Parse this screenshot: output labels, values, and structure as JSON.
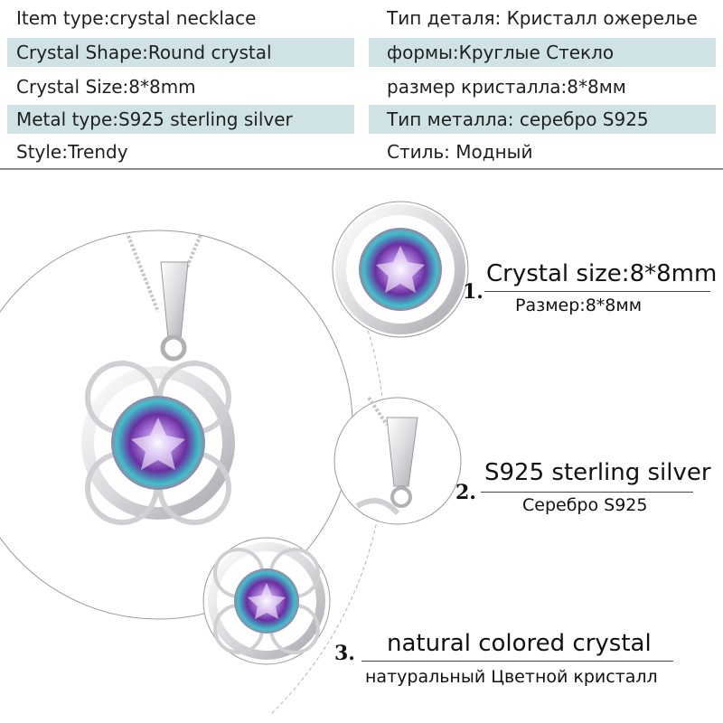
{
  "specs": [
    {
      "left": "Item type:crystal necklace",
      "right": "Тип деталя: Кристалл ожерелье",
      "shaded": false
    },
    {
      "left": "Crystal Shape:Round crystal",
      "right": "формы:Круглые Стекло",
      "shaded": true
    },
    {
      "left": "Crystal Size:8*8mm",
      "right": "размер кристалла:8*8мм",
      "shaded": false
    },
    {
      "left": "Metal type:S925 sterling silver",
      "right": "Тип металла: серебро S925",
      "shaded": true
    },
    {
      "left": "Style:Trendy",
      "right": "Стиль: Модный",
      "shaded": false
    }
  ],
  "features": [
    {
      "number": "1.",
      "title": "Crystal size:8*8mm",
      "subtitle": "Размер:8*8мм"
    },
    {
      "number": "2.",
      "title": "S925 sterling silver",
      "subtitle": "Серебро S925"
    },
    {
      "number": "3.",
      "title": "natural colored crystal",
      "subtitle": "натуральный Цветной кристалл"
    }
  ],
  "colors": {
    "row_shade": "#cfe3e6",
    "silver": "#d9dadd",
    "crystal_purple": "#6a2fa0",
    "crystal_teal": "#3fc1c9",
    "crystal_pink": "#e0508a",
    "outline": "#9a9a9a"
  },
  "icons": [
    "necklace-pendant-image",
    "crystal-closeup-image",
    "bail-closeup-image",
    "pendant-front-image"
  ]
}
